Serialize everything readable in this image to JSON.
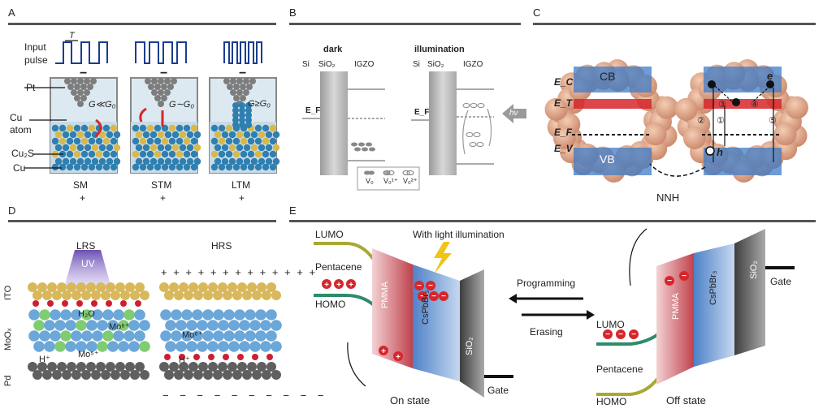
{
  "panels": {
    "A": {
      "letter": "A",
      "input_pulse": "Input pulse",
      "period": "T",
      "labels": {
        "pt": "Pt",
        "cu_atom": "Cu atom",
        "cu2s": "Cu₂S",
        "cu": "Cu"
      },
      "conductance": [
        "G≪G₀",
        "G∼G₀",
        "G≥G₀"
      ],
      "modes": [
        "SM",
        "STM",
        "LTM"
      ],
      "top_sign": "−",
      "bottom_sign": "+"
    },
    "B": {
      "letter": "B",
      "dark": {
        "title": "dark",
        "si": "Si",
        "sio2": "SiO₂",
        "igzo": "IGZO",
        "ef": "E_F"
      },
      "illumination": {
        "title": "illumination",
        "si": "Si",
        "sio2": "SiO₂",
        "igzo": "IGZO",
        "ef": "E_F"
      },
      "photon": "hν",
      "legend": [
        "V₀",
        "V₀¹⁺",
        "V₀²⁺"
      ]
    },
    "C": {
      "letter": "C",
      "cb": "CB",
      "vb": "VB",
      "levels": [
        "E_C",
        "E_T",
        "E_F",
        "E_V"
      ],
      "electron": "e",
      "hole": "h",
      "steps": [
        "①",
        "②",
        "③",
        "④",
        "⑤"
      ],
      "caption": "NNH"
    },
    "D": {
      "letter": "D",
      "lrs": "LRS",
      "hrs": "HRS",
      "uv": "UV",
      "layers": [
        "ITO",
        "MoOₓ",
        "Pd"
      ],
      "species": {
        "water": "H₂O",
        "mo6": "Mo⁶⁺",
        "mo5": "Mo⁵⁺",
        "h": "H⁺"
      },
      "plus_row": "+ + + + + + + + + + + + +",
      "minus_row": "− − − − − − − − − −"
    },
    "E": {
      "letter": "E",
      "lumo": "LUMO",
      "homo": "HOMO",
      "pentacene": "Pentacene",
      "illumination_note": "With light illumination",
      "pmma": "PMMA",
      "cspbbr3": "CsPbBr₃",
      "sio2": "SiO₂",
      "gate": "Gate",
      "programming": "Programming",
      "erasing": "Erasing",
      "on_state": "On state",
      "off_state": "Off state"
    }
  },
  "colors": {
    "pulse": "#1a3d8f",
    "cu_atom": "#2f7fb0",
    "cu2s": "#d8b84a",
    "pt": "#7d7d7d",
    "panel_bg": "#d9eaf2",
    "et_red": "#d7262b",
    "band_blue": "#3d7bc7",
    "uv": "#7a62c0",
    "pmma": "#c0424c",
    "cspbbr3": "#4f82c8",
    "sio2": "#666666",
    "lumo_line": "#a9a832",
    "homo_line": "#2e8b6a"
  }
}
